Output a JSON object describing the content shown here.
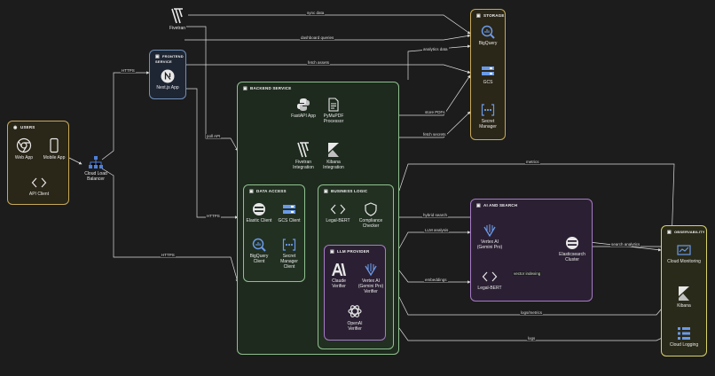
{
  "groups": {
    "users": "USERS",
    "frontend": "FRONTEND SERVICE",
    "backend": "BACKEND SERVICE",
    "data_access": "DATA ACCESS",
    "business_logic": "BUSINESS LOGIC",
    "llm_provider": "LLM PROVIDER",
    "storage": "STORAGE",
    "ai_search": "AI AND SEARCH",
    "observability": "OBSERVABILITY"
  },
  "nodes": {
    "web_app": "Web App",
    "mobile_app": "Mobile App",
    "api_client": "API Client",
    "load_balancer": "Cloud Load Balancer",
    "fivetran_top": "Fivetran",
    "nextjs": "Next.js App",
    "fastapi": "FastAPI App",
    "pymupdf": "PyMuPDF Processor",
    "fivetran_int": "Fivetran Integration",
    "kibana_int": "Kibana Integration",
    "elastic_client": "Elastic Client",
    "gcs_client": "GCS Client",
    "bigquery_client": "BigQuery Client",
    "secret_client": "Secret Manager Client",
    "legal_bert_bl": "Legal-BERT",
    "compliance": "Compliance Checker",
    "claude": "Claude Verifier",
    "vertex_verifier": "Vertex AI (Gemini Pro) Verifier",
    "openai": "OpenAI Verifier",
    "bigquery": "BigQuery",
    "gcs": "GCS",
    "secret_manager": "Secret Manager",
    "vertex_ai": "Vertex AI (Gemini Pro)",
    "legal_bert_ai": "Legal-BERT",
    "elasticsearch": "Elasticsearch Cluster",
    "cloud_monitoring": "Cloud Monitoring",
    "kibana": "Kibana",
    "cloud_logging": "Cloud Logging"
  },
  "edges": {
    "sync_data": "sync data",
    "dashboard_queries": "dashboard queries",
    "analytics_data": "analytics data",
    "fetch_assets": "fetch assets",
    "https_1": "HTTPS",
    "poll_api": "poll API",
    "store_pdfs": "store PDFs",
    "fetch_secrets": "fetch secrets",
    "metrics": "metrics",
    "https_2": "HTTPS",
    "https_3": "HTTPS",
    "hybrid_search": "hybrid search",
    "llm_analysis": "LLM analysis",
    "embeddings": "embeddings",
    "vector_indexing": "vector indexing",
    "search_analytics": "search analytics",
    "logs_metrics": "logs/metrics",
    "logs": "logs"
  },
  "colors": {
    "background": "#1c1c1c",
    "users": "#c8a95a",
    "frontend": "#6f8fb8",
    "backend": "#8fc08f",
    "llm": "#a77bc7",
    "storage": "#c8a95a",
    "ai": "#a77bc7",
    "observability": "#d8d26a",
    "edge": "#dcdcdc"
  }
}
